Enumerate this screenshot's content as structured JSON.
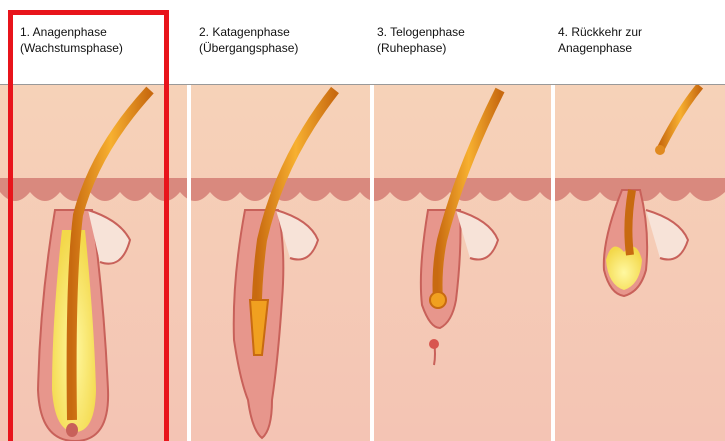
{
  "phases": [
    {
      "title": "1. Anagenphase",
      "subtitle": "(Wachstumsphase)"
    },
    {
      "title": "2. Katagenphase",
      "subtitle": "(Übergangsphase)"
    },
    {
      "title": "3. Telogenphase",
      "subtitle": "(Ruhephase)"
    },
    {
      "title": "4. Rückkehr zur",
      "subtitle": "Anagenphase"
    }
  ],
  "highlight": {
    "phase_index": 0,
    "color": "#e8141b"
  },
  "colors": {
    "skin": "#f4c6a8",
    "dermis": "#f7cfb7",
    "epidermis": "#d8837a",
    "hair": "#f0a020",
    "hair_dark": "#c86a10",
    "bulb_yellow": "#f7ec6a",
    "follicle": "#e28c84",
    "divider": "#ffffff"
  }
}
